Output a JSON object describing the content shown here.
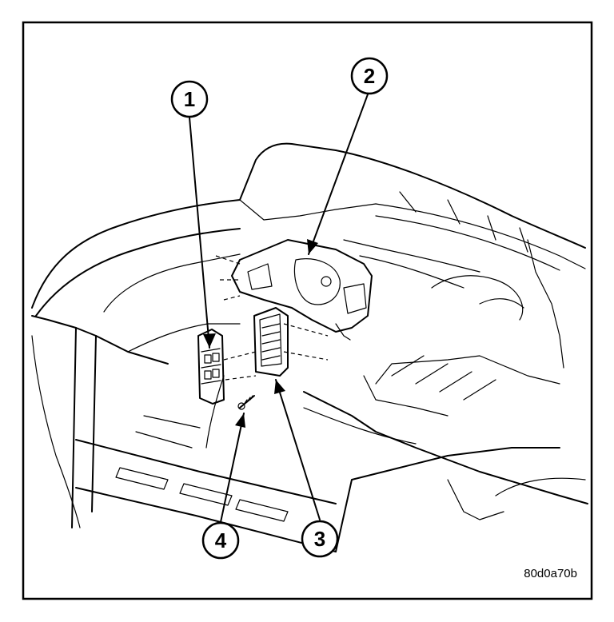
{
  "callouts": [
    {
      "number": "1"
    },
    {
      "number": "2"
    },
    {
      "number": "3"
    },
    {
      "number": "4"
    }
  ],
  "figure_code": "80d0a70b"
}
